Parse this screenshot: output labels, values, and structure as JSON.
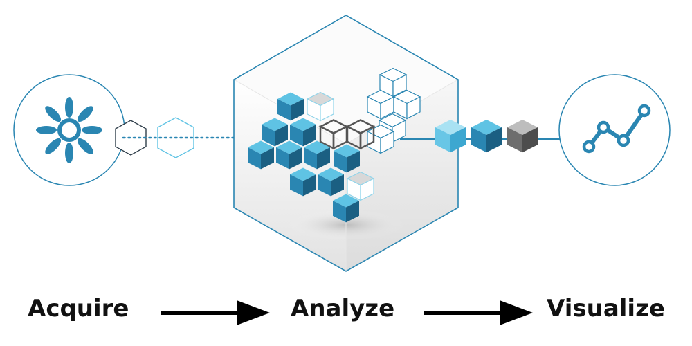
{
  "steps": [
    {
      "label": "Acquire",
      "icon": "sun-icon"
    },
    {
      "label": "Analyze",
      "icon": "data-cube-icon"
    },
    {
      "label": "Visualize",
      "icon": "line-chart-icon"
    }
  ],
  "colors": {
    "accent": "#2a86b2",
    "accent_dark": "#1b5f82",
    "accent_light": "#5fc3e4",
    "gray": "#6e6e6e",
    "text": "#111111"
  }
}
